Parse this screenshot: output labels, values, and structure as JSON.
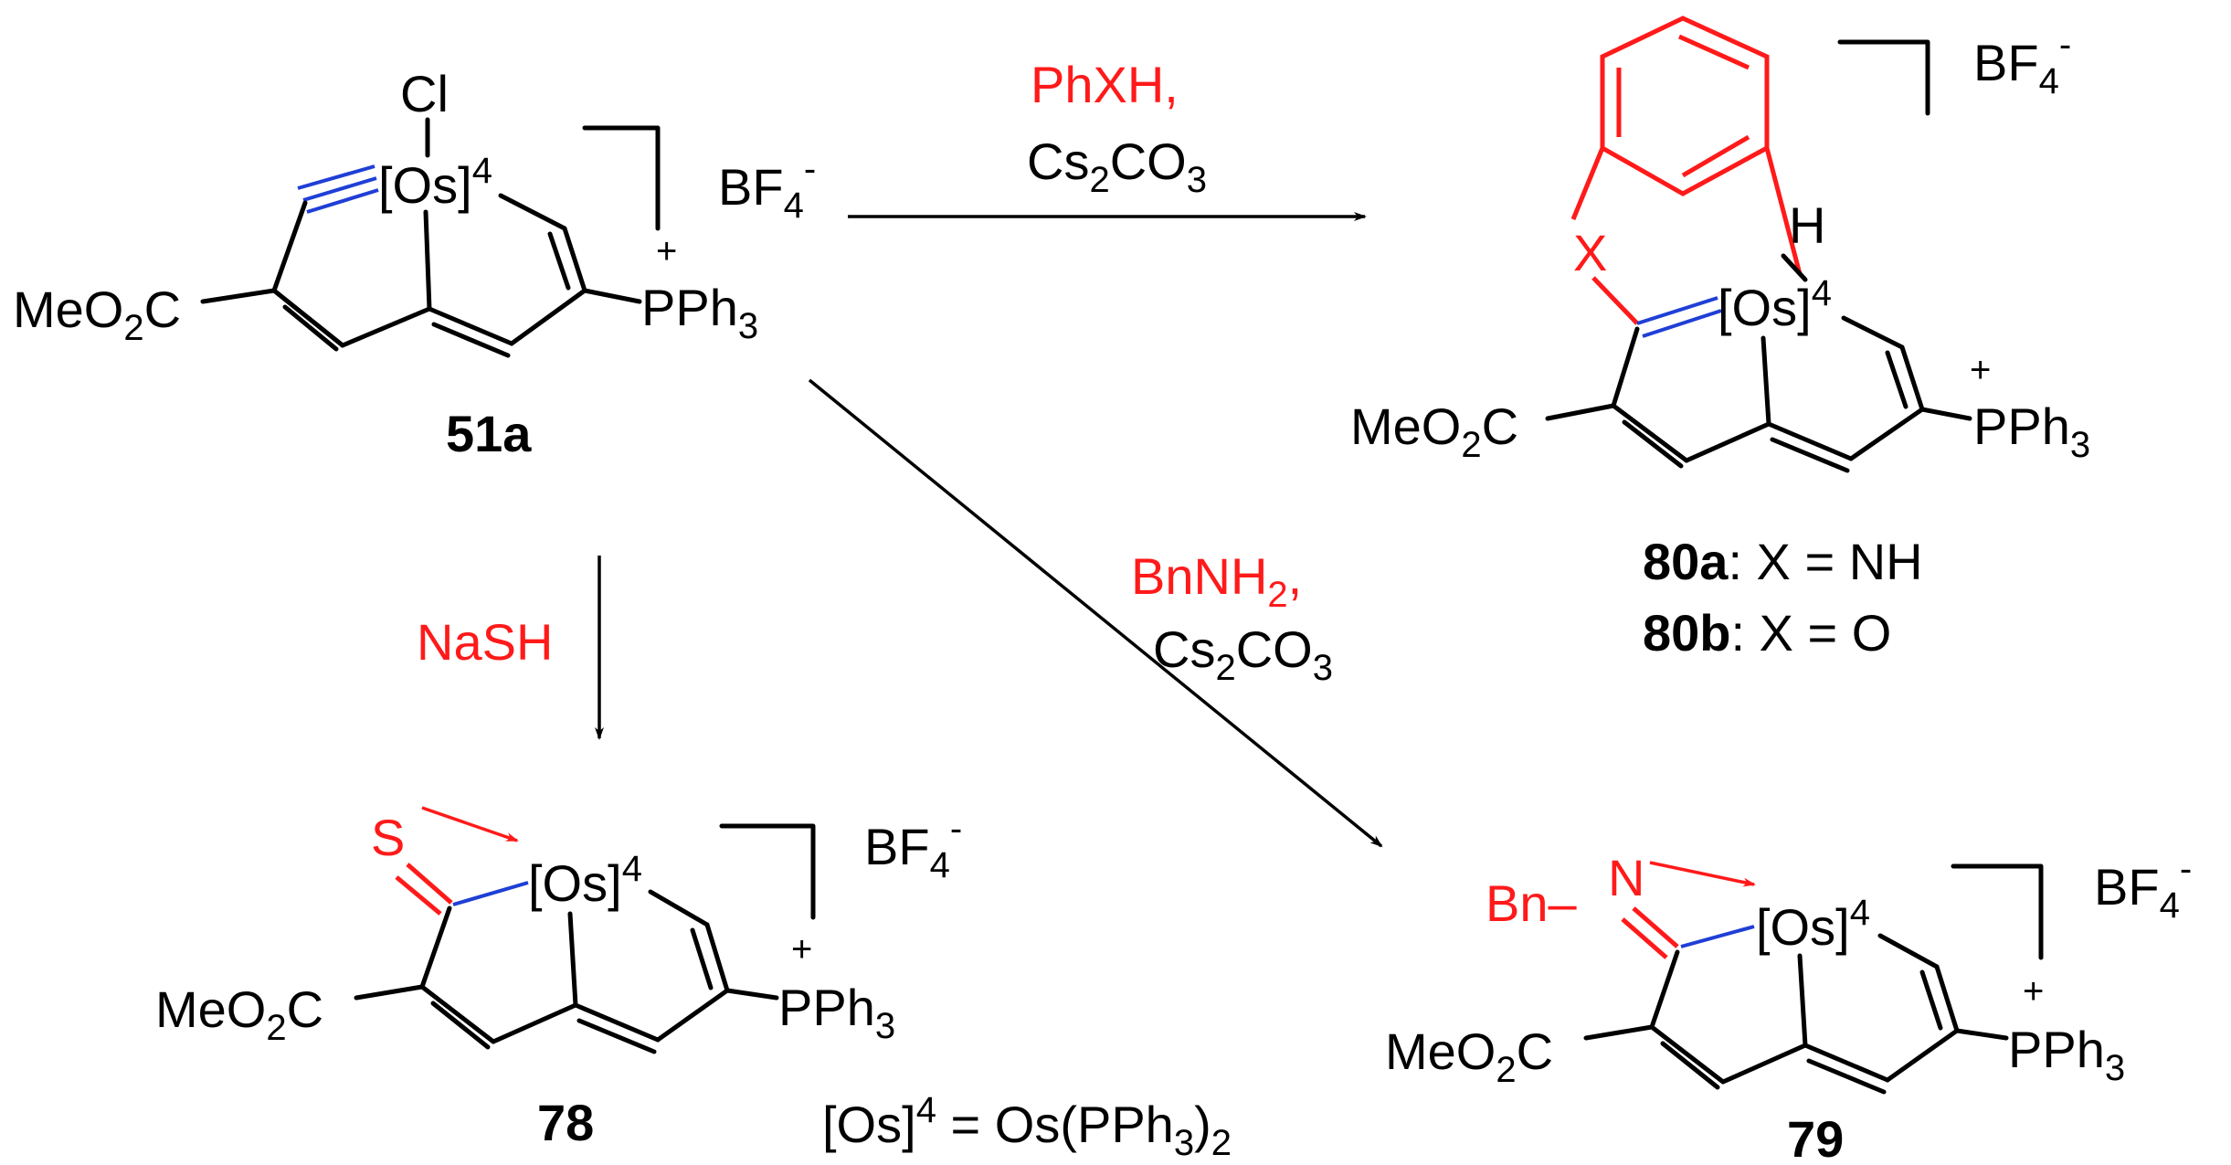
{
  "colors": {
    "reagent": "#FF1A1A",
    "os_bond": "#1F3FD6",
    "black": "#000000"
  },
  "labels": {
    "cl": "Cl",
    "os": "[Os]",
    "os_sup": "4",
    "meo": "MeO",
    "o2_sub": "2",
    "c": "C",
    "pph": "PPh",
    "three": "3",
    "plus": "+",
    "bf": "BF",
    "four": "4",
    "minus": "-",
    "h": "H",
    "x": "X",
    "s": "S",
    "bn_dash": "Bn–",
    "n": "N"
  },
  "compounds": {
    "c51a": "51a",
    "c78": "78",
    "c79": "79",
    "c80a": "80a",
    "c80b": "80b",
    "x_nh": ": X = NH",
    "x_o": ": X = O"
  },
  "reagents": {
    "phxh": "PhXH,",
    "cs": "Cs",
    "cs_sub": "2",
    "co": "CO",
    "co_sub": "3",
    "nash": "NaSH",
    "bnnh": "BnNH",
    "bnnh_sub": "2",
    "comma": ","
  },
  "definition": {
    "os": "[Os]",
    "sup": "4",
    "eq": " = Os(PPh",
    "sub": "3",
    "close": ")",
    "sub2": "2"
  }
}
